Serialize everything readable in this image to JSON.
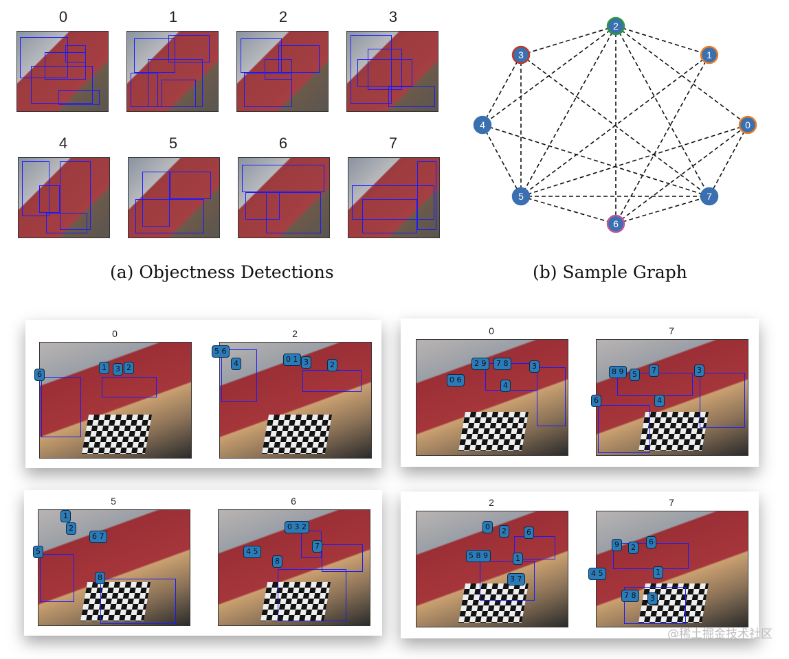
{
  "panel_a": {
    "caption": "(a) Objectness Detections",
    "thumbnails": [
      "0",
      "1",
      "2",
      "3",
      "4",
      "5",
      "6",
      "7"
    ]
  },
  "panel_b": {
    "caption": "(b) Sample Graph",
    "nodes": [
      {
        "id": "0",
        "ring": "#e87f2a"
      },
      {
        "id": "1",
        "ring": "#e87f2a"
      },
      {
        "id": "2",
        "ring": "#2e9b3a"
      },
      {
        "id": "3",
        "ring": "#c0392b"
      },
      {
        "id": "4",
        "ring": "#3a6fb0"
      },
      {
        "id": "5",
        "ring": "#3a6fb0"
      },
      {
        "id": "6",
        "ring": "#c055a0"
      },
      {
        "id": "7",
        "ring": "#3a6fb0"
      }
    ],
    "edges": [
      [
        "2",
        "3"
      ],
      [
        "2",
        "1"
      ],
      [
        "2",
        "4"
      ],
      [
        "2",
        "5"
      ],
      [
        "2",
        "6"
      ],
      [
        "2",
        "7"
      ],
      [
        "2",
        "0"
      ],
      [
        "3",
        "4"
      ],
      [
        "3",
        "5"
      ],
      [
        "3",
        "7"
      ],
      [
        "1",
        "5"
      ],
      [
        "1",
        "6"
      ],
      [
        "4",
        "5"
      ],
      [
        "4",
        "7"
      ],
      [
        "5",
        "7"
      ],
      [
        "5",
        "6"
      ],
      [
        "5",
        "0"
      ],
      [
        "6",
        "7"
      ],
      [
        "6",
        "0"
      ],
      [
        "0",
        "7"
      ]
    ]
  },
  "pairs": [
    {
      "left": {
        "label": "0",
        "tags": [
          "6",
          "1",
          "3",
          "2"
        ]
      },
      "right": {
        "label": "2",
        "tags": [
          "5 6",
          "4",
          "0 1",
          "3",
          "2"
        ]
      }
    },
    {
      "left": {
        "label": "0",
        "tags": [
          "2 9",
          "7 8",
          "3",
          "0 6",
          "4"
        ]
      },
      "right": {
        "label": "7",
        "tags": [
          "8 9",
          "5",
          "7",
          "3",
          "6",
          "4"
        ]
      }
    },
    {
      "left": {
        "label": "5",
        "tags": [
          "1",
          "2",
          "6 7",
          "5",
          "8"
        ]
      },
      "right": {
        "label": "6",
        "tags": [
          "0 3 2",
          "4 5",
          "8",
          "7"
        ]
      }
    },
    {
      "left": {
        "label": "2",
        "tags": [
          "0",
          "2",
          "6",
          "5 8 9",
          "1",
          "3 7"
        ]
      },
      "right": {
        "label": "7",
        "tags": [
          "9",
          "2",
          "6",
          "4 5",
          "1",
          "7 8",
          "3"
        ]
      }
    }
  ],
  "watermark": "@稀土掘金技术社区",
  "colors": {
    "bbox": "#1a1aff",
    "node_fill": "#3a6fb0",
    "tag_fill": "#2b7bb9",
    "edge": "#111111"
  }
}
